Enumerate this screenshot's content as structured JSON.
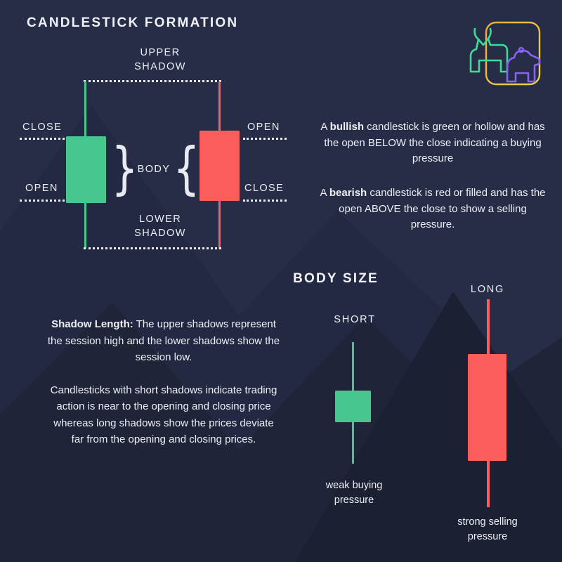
{
  "colors": {
    "background": "#272C47",
    "green": "#47C78F",
    "red": "#FB5D5D",
    "text": "#EEF0F6",
    "accent_orange": "#EFA93F",
    "purple": "#8A63F4"
  },
  "header": {
    "title": "CANDLESTICK FORMATION"
  },
  "formation": {
    "upper_shadow": "UPPER\nSHADOW",
    "lower_shadow": "LOWER\nSHADOW",
    "body": "BODY",
    "left_brace": "}",
    "right_brace": "{",
    "green_candle": {
      "top": "CLOSE",
      "bottom": "OPEN"
    },
    "red_candle": {
      "top": "OPEN",
      "bottom": "CLOSE"
    }
  },
  "explanations": {
    "bullish": {
      "pre": "A ",
      "bold": "bullish",
      "post": " candlestick is green or hollow and has the open BELOW the close indicating a buying pressure"
    },
    "bearish": {
      "pre": "A ",
      "bold": "bearish",
      "post": " candlestick is red or filled and has the open ABOVE the close to show a selling pressure."
    }
  },
  "shadow_length": {
    "bold": "Shadow Length:",
    "post": " The upper shadows represent the session high and the lower shadows show the session low.",
    "paragraph2": "Candlesticks with short shadows indicate trading action is near to the opening and closing price whereas long shadows show the prices deviate far from the opening and closing prices."
  },
  "body_size": {
    "heading": "BODY SIZE",
    "short": {
      "label": "SHORT",
      "caption": "weak buying pressure"
    },
    "long": {
      "label": "LONG",
      "caption": "strong selling pressure"
    }
  }
}
